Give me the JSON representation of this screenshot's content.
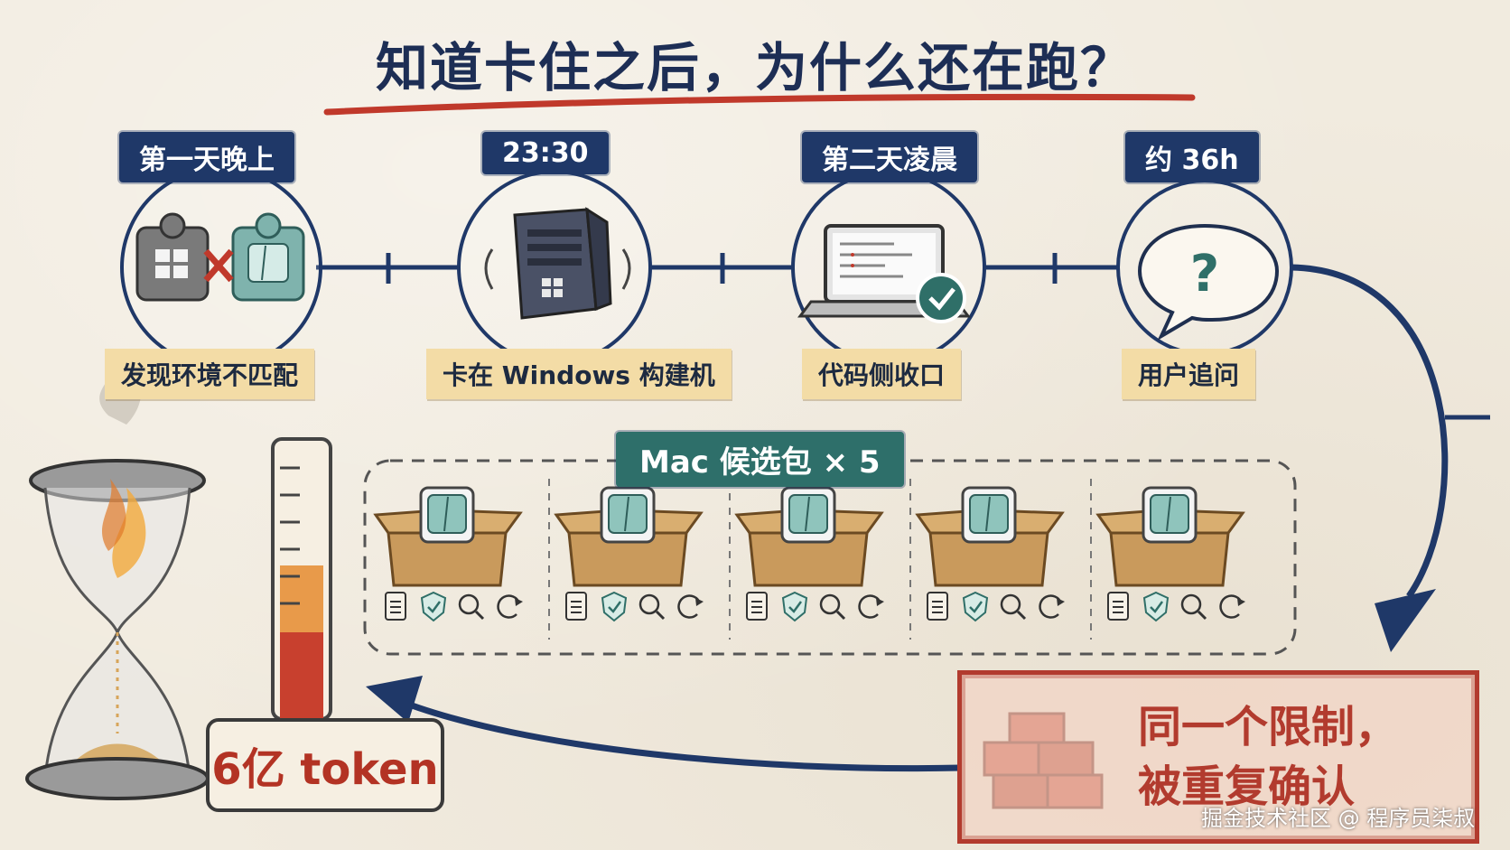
{
  "title": "知道卡住之后，为什么还在跑？",
  "timeline": [
    {
      "time": "第一天晚上",
      "caption": "发现环境不匹配"
    },
    {
      "time": "23:30",
      "caption": "卡在 Windows 构建机"
    },
    {
      "time": "第二天凌晨",
      "caption": "代码侧收口"
    },
    {
      "time": "约 36h",
      "caption": "用户追问"
    }
  ],
  "packages": {
    "label": "Mac 候选包 × 5",
    "icons": [
      "clipboard-icon",
      "shield-check-icon",
      "magnifier-icon",
      "refresh-icon"
    ]
  },
  "token": {
    "label": "6亿 token"
  },
  "limit": {
    "line1": "同一个限制，",
    "line2": "被重复确认"
  },
  "watermark": "掘金技术社区 @ 程序员柒叔",
  "colors": {
    "navy": "#1f3868",
    "teal": "#2e6f6a",
    "red": "#b23b2e",
    "tape": "#f3dca6"
  }
}
